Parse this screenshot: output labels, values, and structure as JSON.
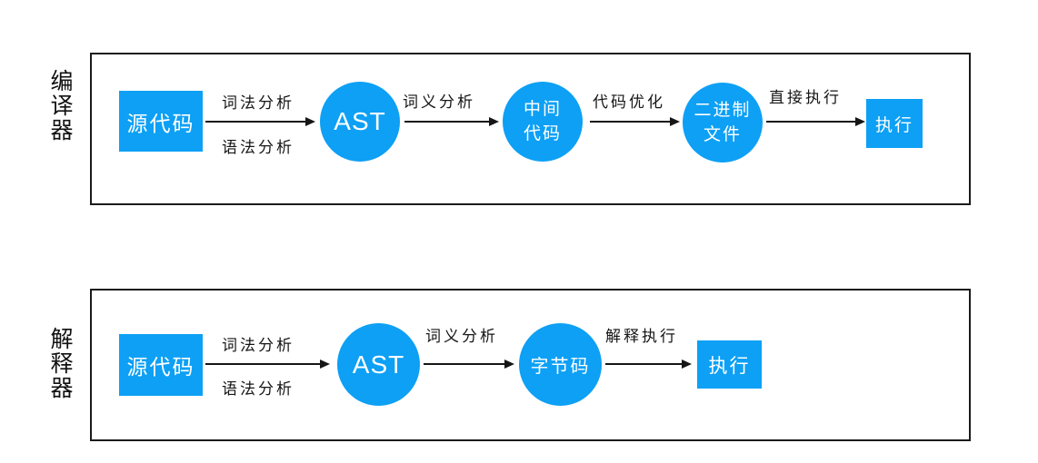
{
  "colors": {
    "node_fill": "#0da0f5",
    "node_text": "#ffffff",
    "line_color": "#161616"
  },
  "sections": {
    "compiler": {
      "label": "编译器",
      "nodes": {
        "source": "源代码",
        "ast": "AST",
        "intermediate_line1": "中间",
        "intermediate_line2": "代码",
        "binary_line1": "二进制",
        "binary_line2": "文件",
        "execute": "执行"
      },
      "arrows": {
        "a1_top": "词法分析",
        "a1_bottom": "语法分析",
        "a2": "词义分析",
        "a3": "代码优化",
        "a4": "直接执行"
      }
    },
    "interpreter": {
      "label": "解释器",
      "nodes": {
        "source": "源代码",
        "ast": "AST",
        "bytecode": "字节码",
        "execute": "执行"
      },
      "arrows": {
        "a1_top": "词法分析",
        "a1_bottom": "语法分析",
        "a2": "词义分析",
        "a3": "解释执行"
      }
    }
  }
}
